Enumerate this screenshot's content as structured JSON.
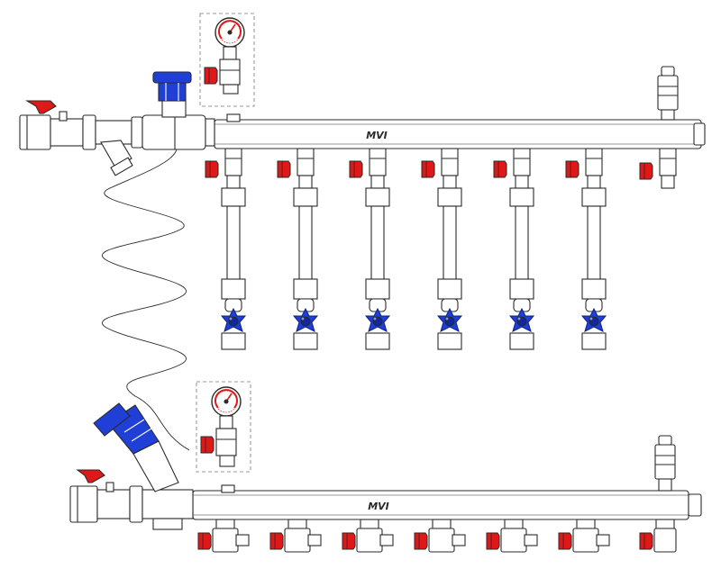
{
  "colors": {
    "outline": "#2a2a2a",
    "metal": "#ffffff",
    "handle_red": "#e01818",
    "wheel_blue": "#1f3fd6",
    "cap_dark_blue": "#0c2a9a",
    "dash": "#9a9a9a",
    "gauge_red": "#e01818"
  },
  "manifolds": {
    "supply": {
      "brand_mark": "MVI",
      "outlet_count": 7,
      "flow_meter_count": 6,
      "icons": [
        "ball-valve-icon",
        "strainer-icon",
        "balancing-valve-icon",
        "pressure-gauge-icon",
        "air-vent-icon",
        "flow-meter-icon",
        "lockshield-valve-icon"
      ]
    },
    "return": {
      "brand_mark": "MVI",
      "outlet_count": 7,
      "icons": [
        "ball-valve-icon",
        "angled-balancing-valve-icon",
        "pressure-gauge-icon",
        "air-vent-icon",
        "drain-valve-icon"
      ]
    }
  }
}
